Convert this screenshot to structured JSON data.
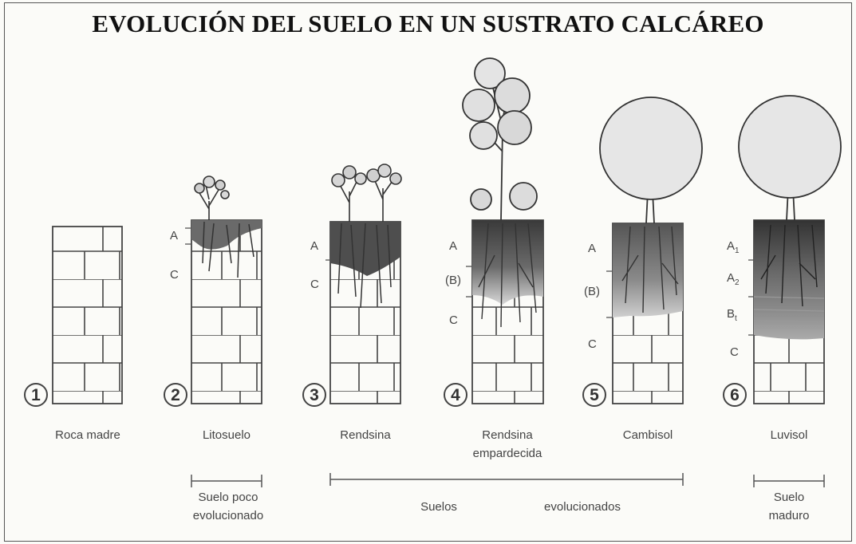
{
  "title": "EVOLUCIÓN DEL SUELO EN UN SUSTRATO CALCÁREO",
  "stages": [
    {
      "number": "1",
      "name": "Roca madre",
      "name2": "",
      "horizons": []
    },
    {
      "number": "2",
      "name": "Litosuelo",
      "name2": "",
      "horizons": [
        "A",
        "C"
      ]
    },
    {
      "number": "3",
      "name": "Rendsina",
      "name2": "",
      "horizons": [
        "A",
        "C"
      ]
    },
    {
      "number": "4",
      "name": "Rendsina",
      "name2": "empardecida",
      "horizons": [
        "A",
        "(B)",
        "C"
      ]
    },
    {
      "number": "5",
      "name": "Cambisol",
      "name2": "",
      "horizons": [
        "A",
        "(B)",
        "C"
      ]
    },
    {
      "number": "6",
      "name": "Luvisol",
      "name2": "",
      "horizons": [
        "A1",
        "A2",
        "Bt",
        "C"
      ]
    }
  ],
  "groups": [
    {
      "line1": "Suelo poco",
      "line2": "evolucionado"
    },
    {
      "word1": "Suelos",
      "word2": "evolucionados"
    },
    {
      "line1": "Suelo",
      "line2": "maduro"
    }
  ],
  "colors": {
    "ink": "#333333",
    "soil": "#5a5a5a",
    "background": "#fbfbf8"
  }
}
